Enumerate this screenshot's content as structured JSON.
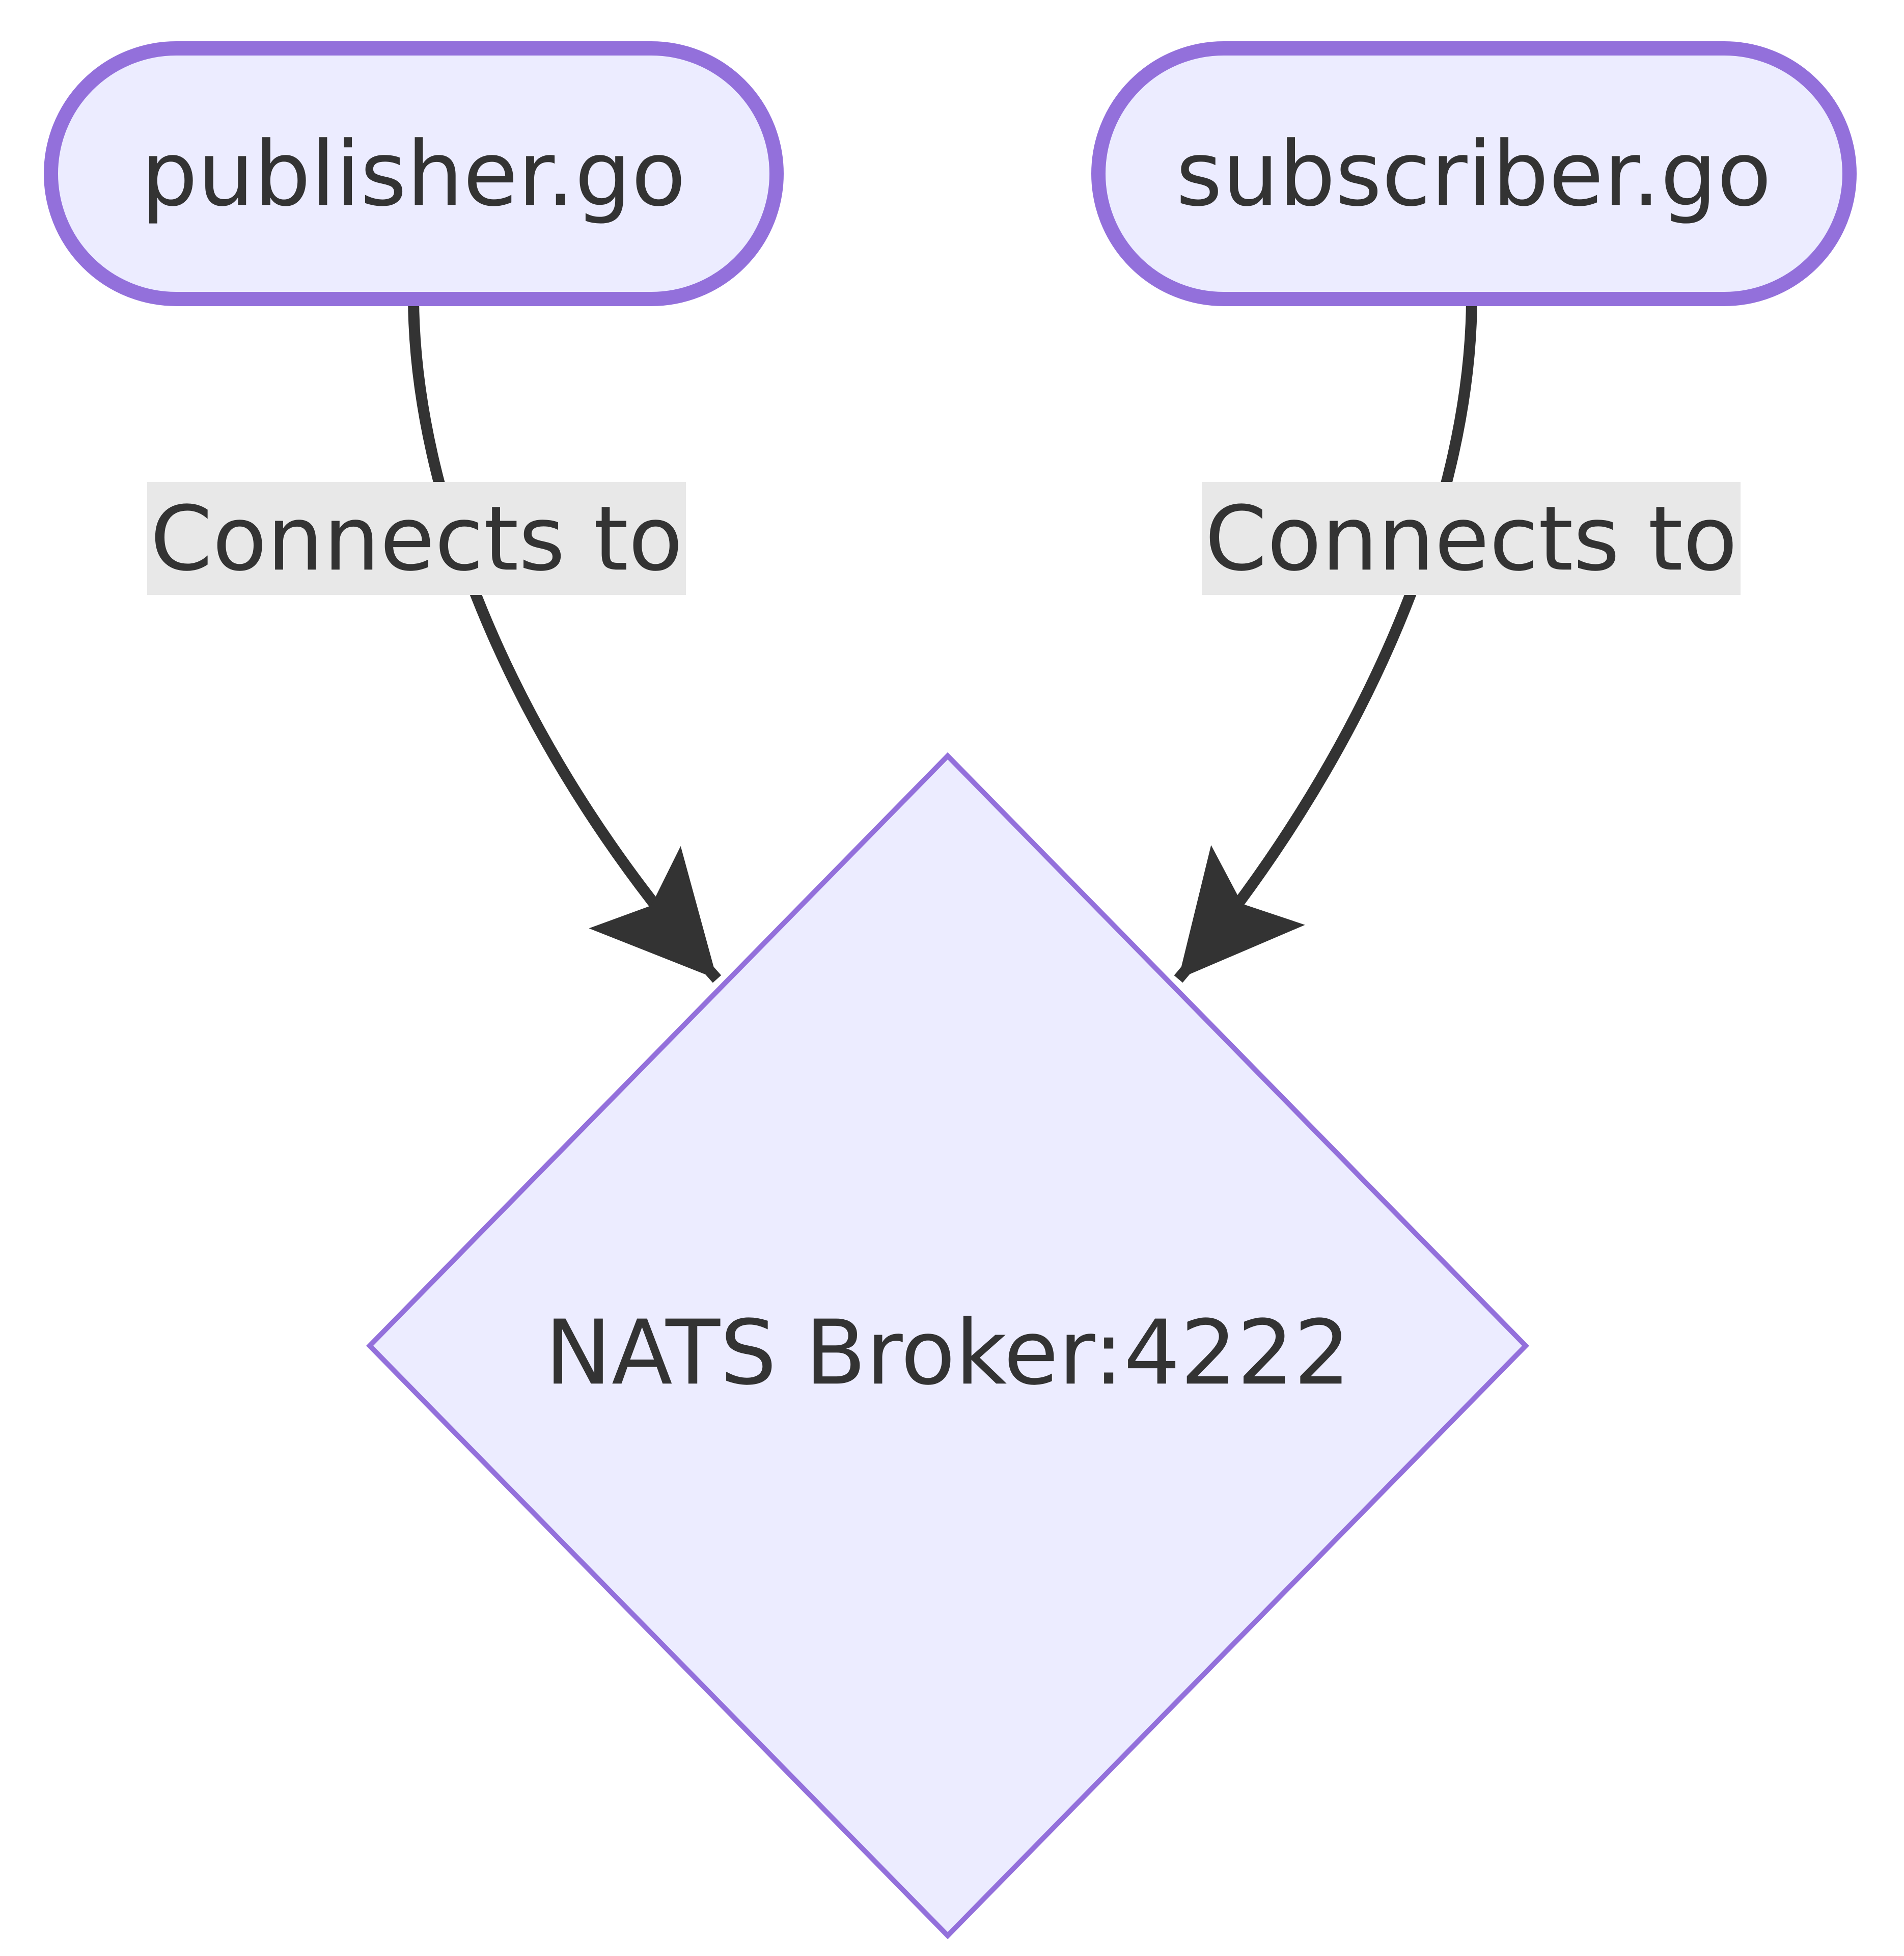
{
  "diagram": {
    "kind": "flowchart",
    "background": "#ffffff",
    "nodes": [
      {
        "id": "publisher",
        "label": "publisher.go",
        "shape": "stadium"
      },
      {
        "id": "subscriber",
        "label": "subscriber.go",
        "shape": "stadium"
      },
      {
        "id": "broker",
        "label": "NATS Broker:4222",
        "shape": "diamond"
      }
    ],
    "edges": [
      {
        "from": "publisher",
        "to": "broker",
        "label": "Connects to"
      },
      {
        "from": "subscriber",
        "to": "broker",
        "label": "Connects to"
      }
    ],
    "colors": {
      "node_fill": "#ECECFF",
      "node_border": "#9370DB",
      "edge_line": "#333333",
      "edge_label_bg": "#e8e8e8",
      "text": "#333333"
    }
  }
}
